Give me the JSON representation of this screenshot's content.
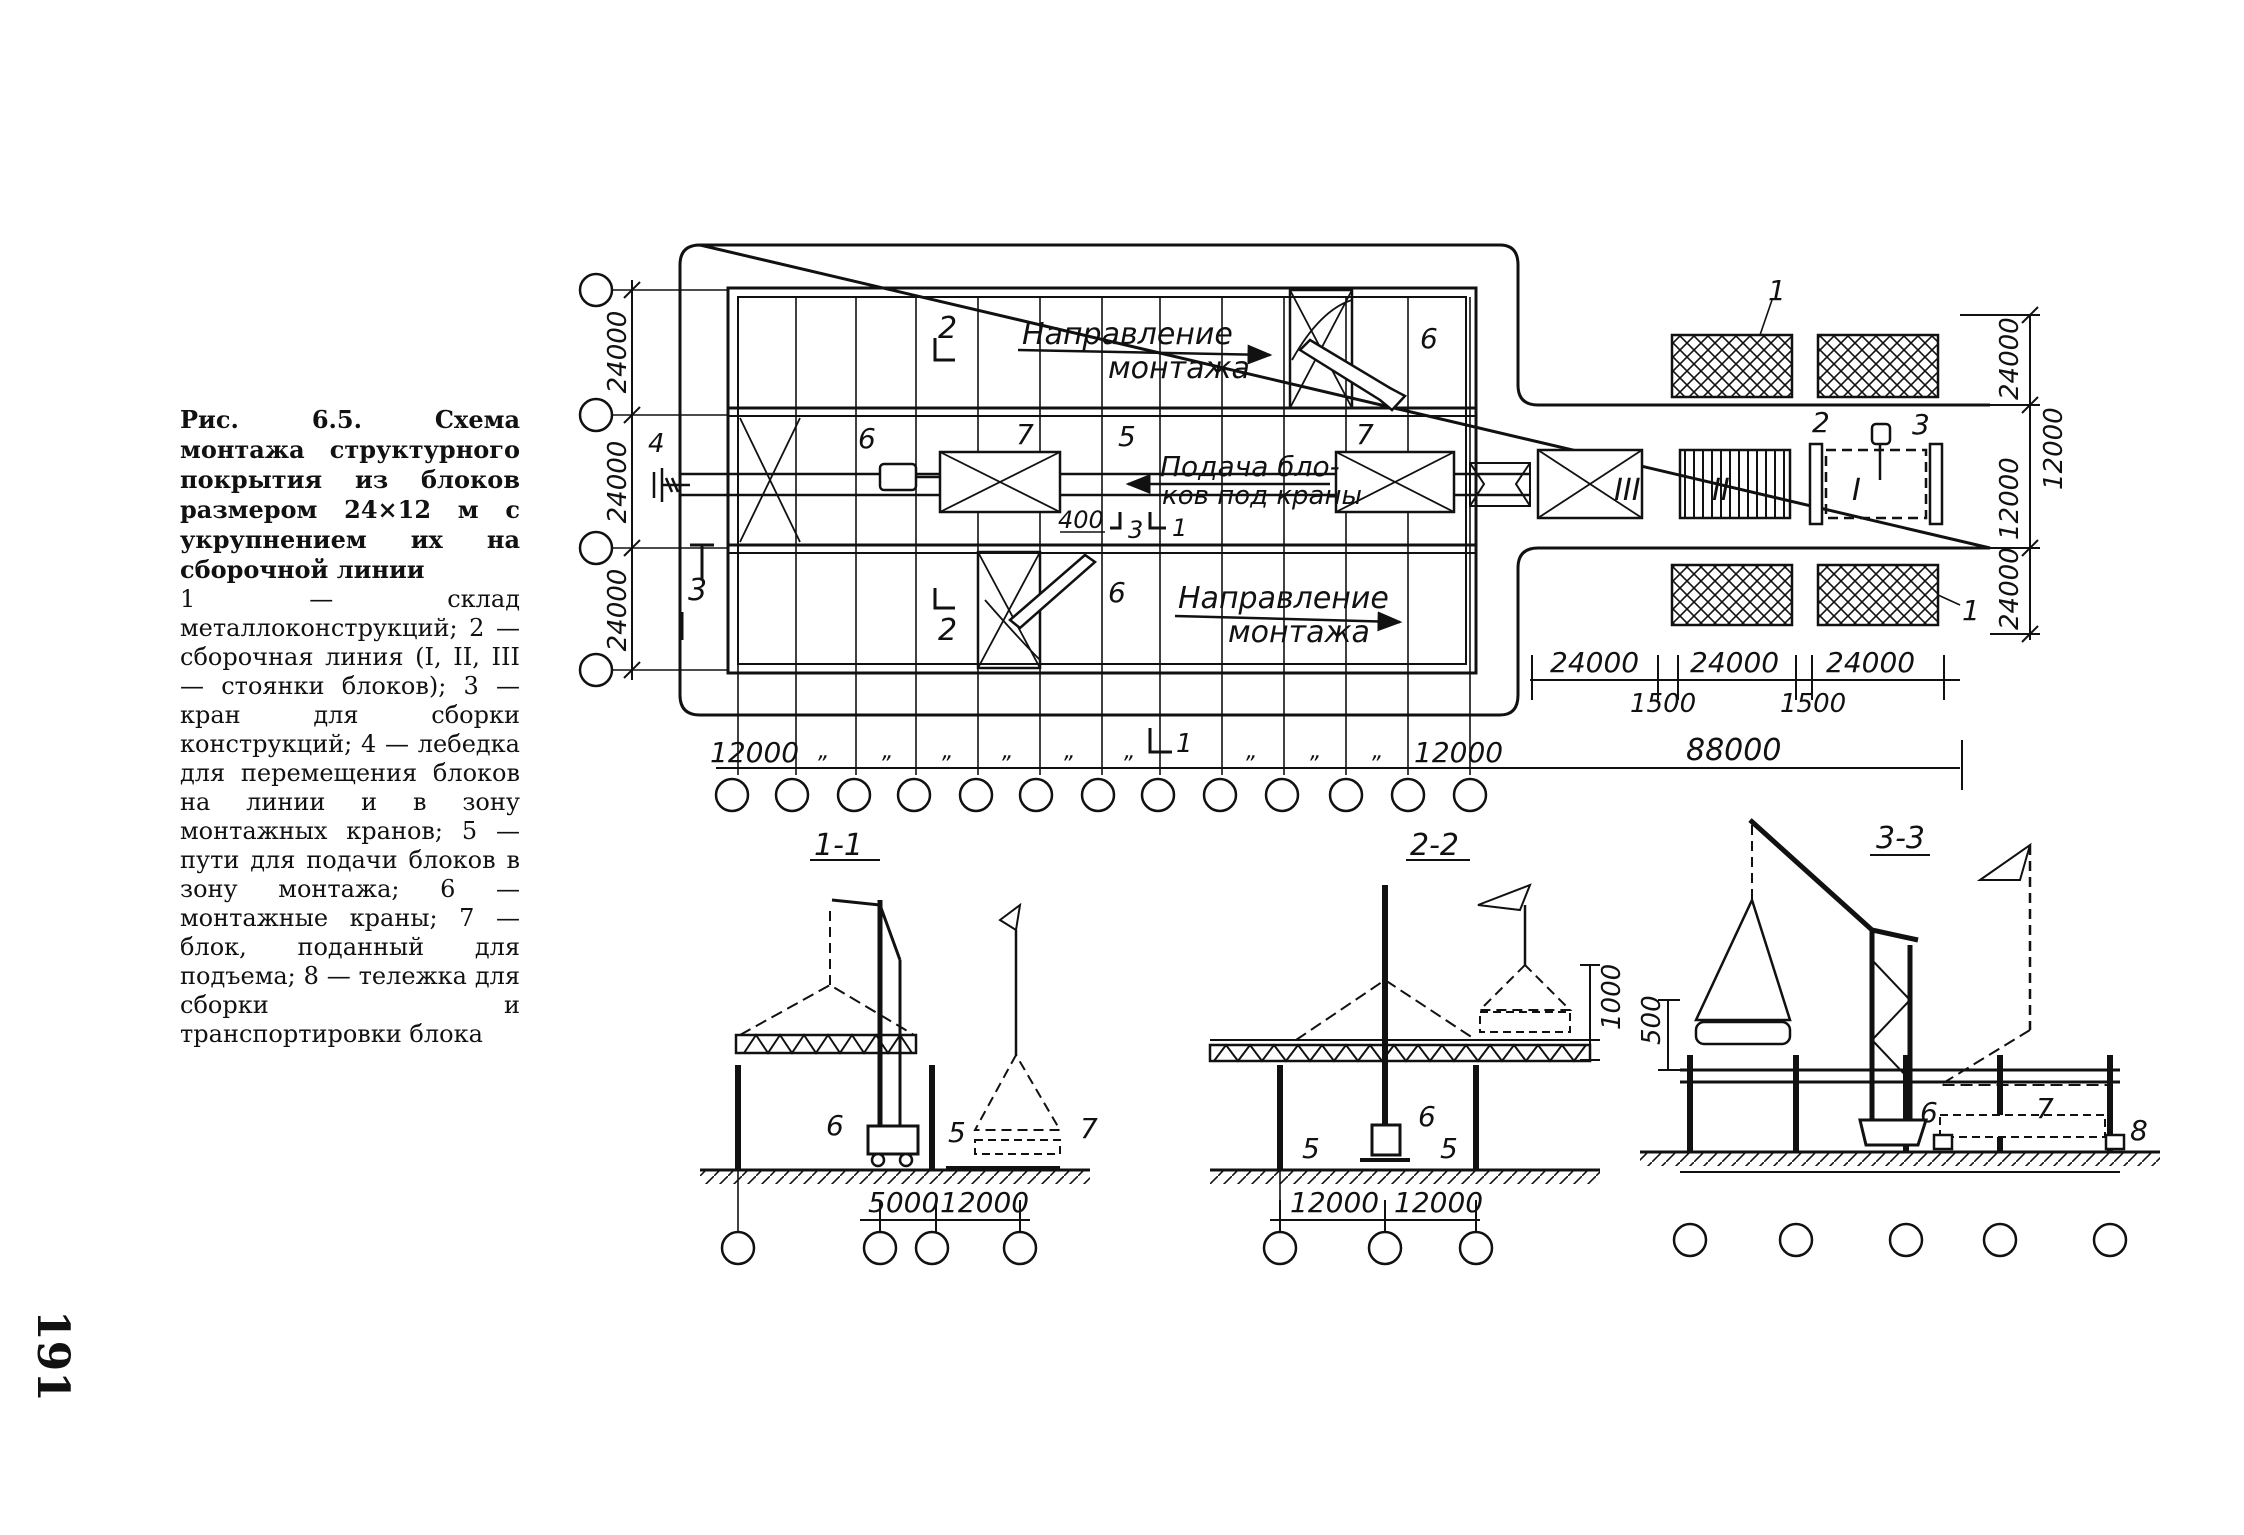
{
  "caption": {
    "title": "Рис. 6.5. Схема монтажа структурного покрытия из блоков размером 24×12 м с укрупнением их на сборочной линии",
    "legend": "1 — склад металлоконструкций; 2 — сборочная линия (I, II, III — стоянки блоков); 3 — кран для сборки конструкций; 4 — лебедка для перемещения блоков на линии и в зону монтажных кранов; 5 — пути для подачи блоков в зону монтажа; 6 — монтажные краны; 7 — блок, поданный для подъема; 8 — тележка для сборки и транспортировки блока"
  },
  "page_number": "191",
  "plan": {
    "direction_top": [
      "Направление",
      "монтажа"
    ],
    "direction_bottom": [
      "Направление",
      "монтажа"
    ],
    "feed": [
      "Подача бло-",
      "ков под краны"
    ],
    "stations": [
      "III",
      "II",
      "I"
    ],
    "dims_left": [
      "24000",
      "24000",
      "24000"
    ],
    "dims_right": [
      "24000",
      "12000",
      "12000",
      "24000"
    ],
    "dims_bottom": [
      "24000",
      "24000",
      "24000"
    ],
    "gaps": [
      "1500",
      "1500"
    ],
    "bottom_left": "12000",
    "bottom_right": "12000",
    "ditto": "„",
    "total": "88000",
    "offset": "400",
    "labels": {
      "l1": "1",
      "l1b": "1",
      "l2": "2",
      "l3": "3",
      "l3b": "3",
      "l4": "4",
      "l5": "5",
      "l6a": "6",
      "l6b": "6",
      "l6c": "6",
      "l7a": "7",
      "l7b": "7"
    },
    "sec": {
      "s1": "1",
      "s1b": "1",
      "s2": "2",
      "s2b": "2",
      "s3": "3",
      "s3b": "3",
      "s1c": "1"
    }
  },
  "section1": {
    "title": "1-1",
    "dims": [
      "5000",
      "12000"
    ],
    "labels": [
      "6",
      "5",
      "7"
    ]
  },
  "section2": {
    "title": "2-2",
    "dims": [
      "12000",
      "12000"
    ],
    "height": "1000",
    "labels": [
      "6",
      "5",
      "5"
    ]
  },
  "section3": {
    "title": "3-3",
    "height": "500",
    "labels": [
      "6",
      "7",
      "8"
    ]
  }
}
